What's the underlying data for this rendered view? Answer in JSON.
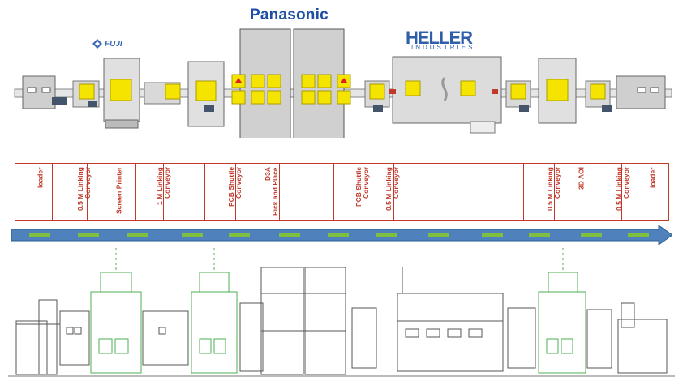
{
  "brands": {
    "panasonic": "Panasonic",
    "fuji": "FUJI",
    "heller": "HELLER",
    "heller_sub": "INDUSTRIES"
  },
  "stations": [
    {
      "label": "loader"
    },
    {
      "label": "0.5 M Linking\nConveyor"
    },
    {
      "label": "Screen Printer"
    },
    {
      "label": "1 M Linking\nConveyor"
    },
    {
      "label": ""
    },
    {
      "label": "PCB Shuttle\nConveyor"
    },
    {
      "label": "D3A\nPick and Place"
    },
    {
      "label": ""
    },
    {
      "label": "PCB Shuttle\nConveyor"
    },
    {
      "label": "0.5 M Linking\nConveyor"
    },
    {
      "label": ""
    },
    {
      "label": "0.5 M Linking\nConveyor"
    },
    {
      "label": "3D AOI"
    },
    {
      "label": "0.5 M Linking\nConveyor"
    },
    {
      "label": "loader"
    }
  ],
  "colors": {
    "accent_red": "#c0392b",
    "flow_blue": "#4f81bd",
    "flow_green": "#7fbf3f",
    "module_yellow": "#f5e400",
    "machine_gray": "#d9d9d9",
    "line_green": "#4caf50"
  }
}
